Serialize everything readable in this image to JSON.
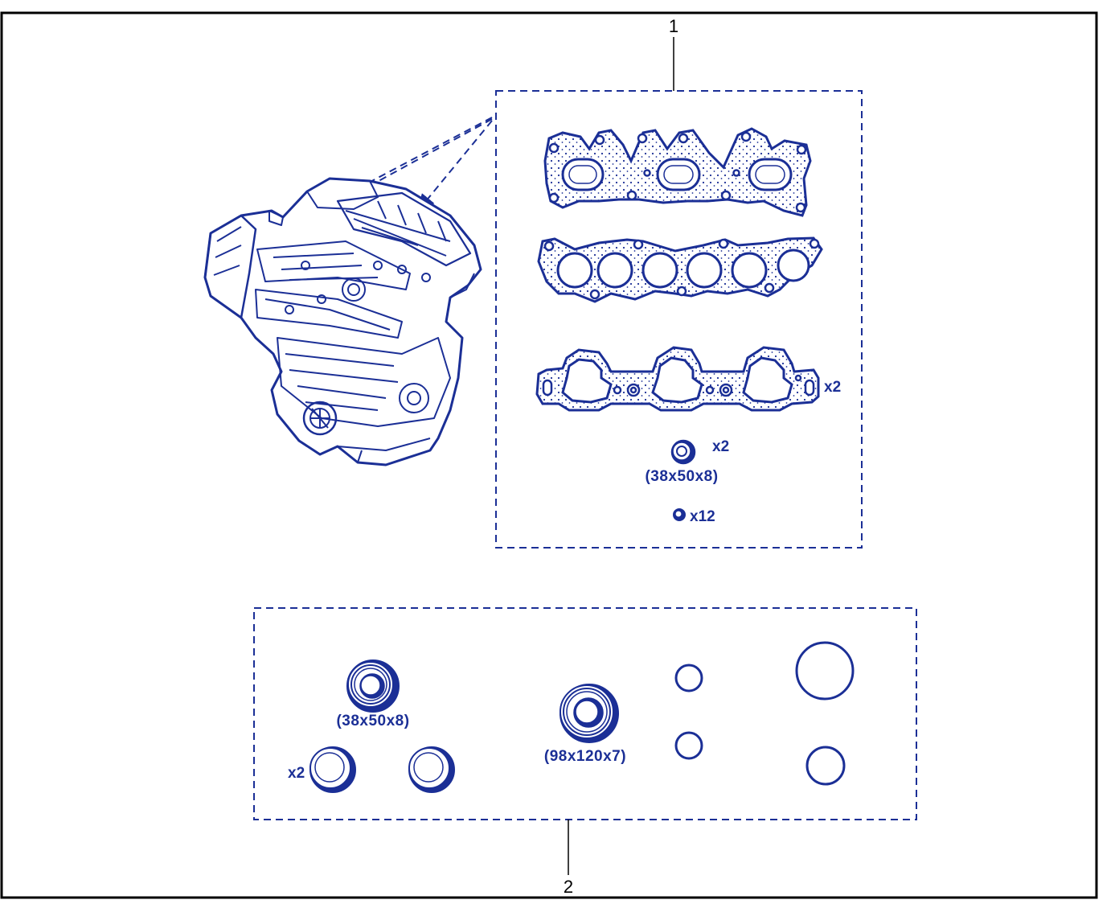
{
  "colors": {
    "ink": "#1b2f96",
    "frame": "#000000",
    "background": "#ffffff"
  },
  "callouts": {
    "group1": "1",
    "group2": "2"
  },
  "group1": {
    "intake_gasket_qty": "x2",
    "cam_seal_qty": "x2",
    "cam_seal_size": "(38x50x8)",
    "valve_seal_qty": "x12"
  },
  "group2": {
    "front_seal_size": "(38x50x8)",
    "small_seal_qty": "x2",
    "rear_seal_size": "(98x120x7)"
  },
  "icons": {
    "engine": "engine-block-icon",
    "exhaust_gasket": "exhaust-manifold-gasket-icon",
    "throttle_gasket": "plenum-gasket-icon",
    "intake_gasket": "intake-manifold-gasket-icon",
    "oil_seal": "oil-seal-icon",
    "o_ring": "o-ring-icon"
  }
}
